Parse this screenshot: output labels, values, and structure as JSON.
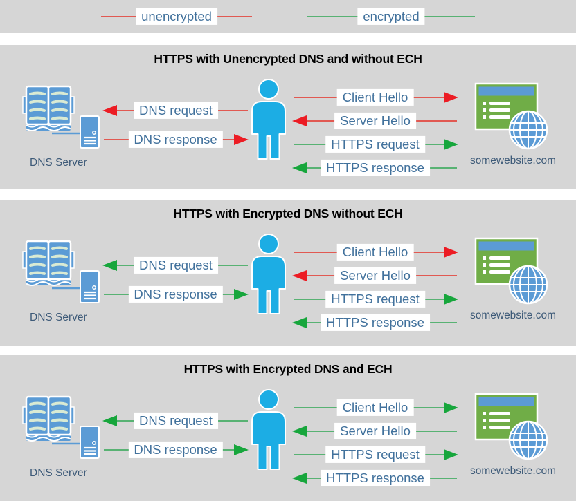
{
  "legend": {
    "items": [
      {
        "label": "unencrypted",
        "color": "red"
      },
      {
        "label": "encrypted",
        "color": "green"
      }
    ]
  },
  "labels": {
    "dns_request": "DNS request",
    "dns_response": "DNS response",
    "client_hello": "Client Hello",
    "server_hello": "Server Hello",
    "https_request": "HTTPS request",
    "https_response": "HTTPS response",
    "dns_server": "DNS Server",
    "website": "somewebsite.com"
  },
  "icons": {
    "dns_server": "open-book-with-server-icon",
    "user": "person-icon",
    "website": "browser-window-with-globe-icon"
  },
  "colors": {
    "panel_background": "#d6d6d6",
    "unencrypted_line": "#e15952",
    "unencrypted_arrowhead": "#ec1c24",
    "encrypted_line": "#58b273",
    "encrypted_arrowhead": "#17a63c",
    "arrow_label_text": "#41719c",
    "node_label_text": "#3d5a78",
    "person_blue": "#1cade4",
    "icon_blue": "#5b9bd5",
    "website_green": "#70ad47",
    "title_text": "#000000"
  },
  "scenarios": [
    {
      "title": "HTTPS with Unencrypted DNS and without ECH",
      "arrows": {
        "dns_request": "red",
        "dns_response": "red",
        "client_hello": "red",
        "server_hello": "red",
        "https_request": "green",
        "https_response": "green"
      }
    },
    {
      "title": "HTTPS with Encrypted DNS without ECH",
      "arrows": {
        "dns_request": "green",
        "dns_response": "green",
        "client_hello": "red",
        "server_hello": "red",
        "https_request": "green",
        "https_response": "green"
      }
    },
    {
      "title": "HTTPS with Encrypted DNS and ECH",
      "arrows": {
        "dns_request": "green",
        "dns_response": "green",
        "client_hello": "green",
        "server_hello": "green",
        "https_request": "green",
        "https_response": "green"
      }
    }
  ]
}
